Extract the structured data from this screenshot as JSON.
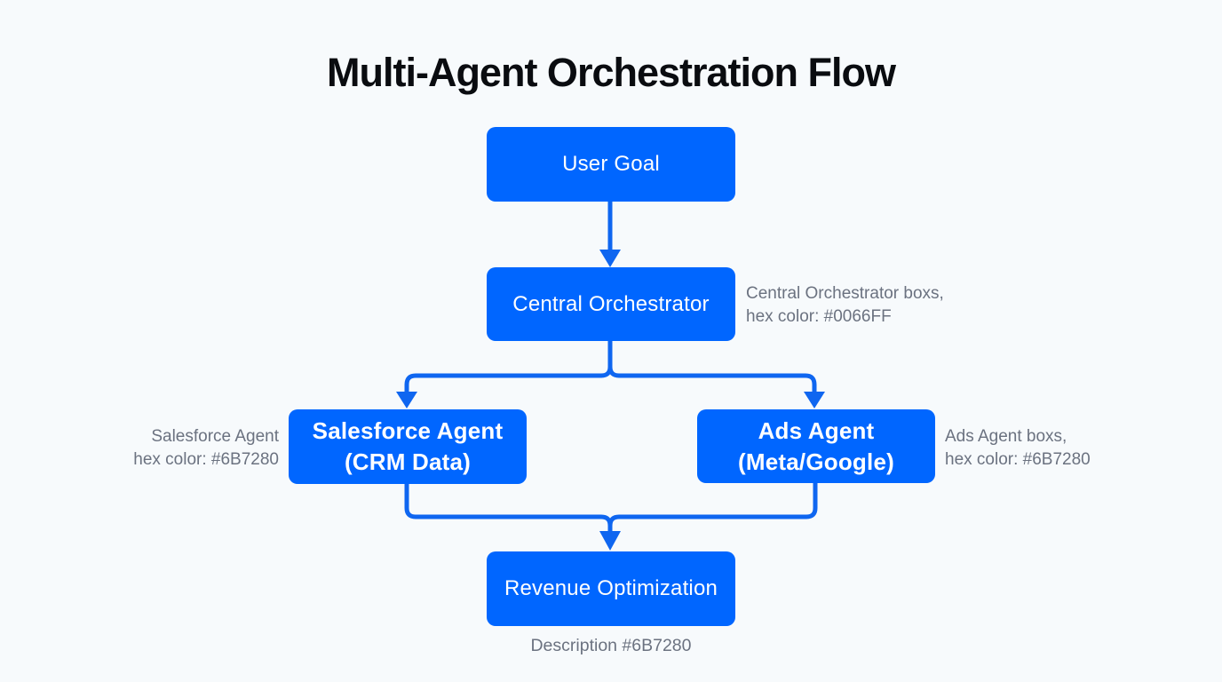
{
  "title": "Multi-Agent Orchestration Flow",
  "colors": {
    "background": "#F7FAFC",
    "node_fill": "#0066FF",
    "node_text": "#FFFFFF",
    "connector": "#0F66F0",
    "annotation_gray": "#6B7280",
    "title_color": "#0A0C10"
  },
  "nodes": {
    "user_goal": {
      "label": "User Goal"
    },
    "central_orchestrator": {
      "label": "Central Orchestrator"
    },
    "salesforce_agent": {
      "line1": "Salesforce Agent",
      "line2": "(CRM Data)"
    },
    "ads_agent": {
      "line1": "Ads Agent",
      "line2": "(Meta/Google)"
    },
    "revenue_optimization": {
      "label": "Revenue Optimization"
    }
  },
  "annotations": {
    "central_orchestrator_note": {
      "line1": "Central Orchestrator boxs,",
      "line2": "hex color: #0066FF"
    },
    "salesforce_agent_note": {
      "line1": "Salesforce Agent",
      "line2": "hex color: #6B7280"
    },
    "ads_agent_note": {
      "line1": "Ads Agent boxs,",
      "line2": "hex color: #6B7280"
    },
    "description_note": {
      "label": "Description #6B7280"
    }
  }
}
